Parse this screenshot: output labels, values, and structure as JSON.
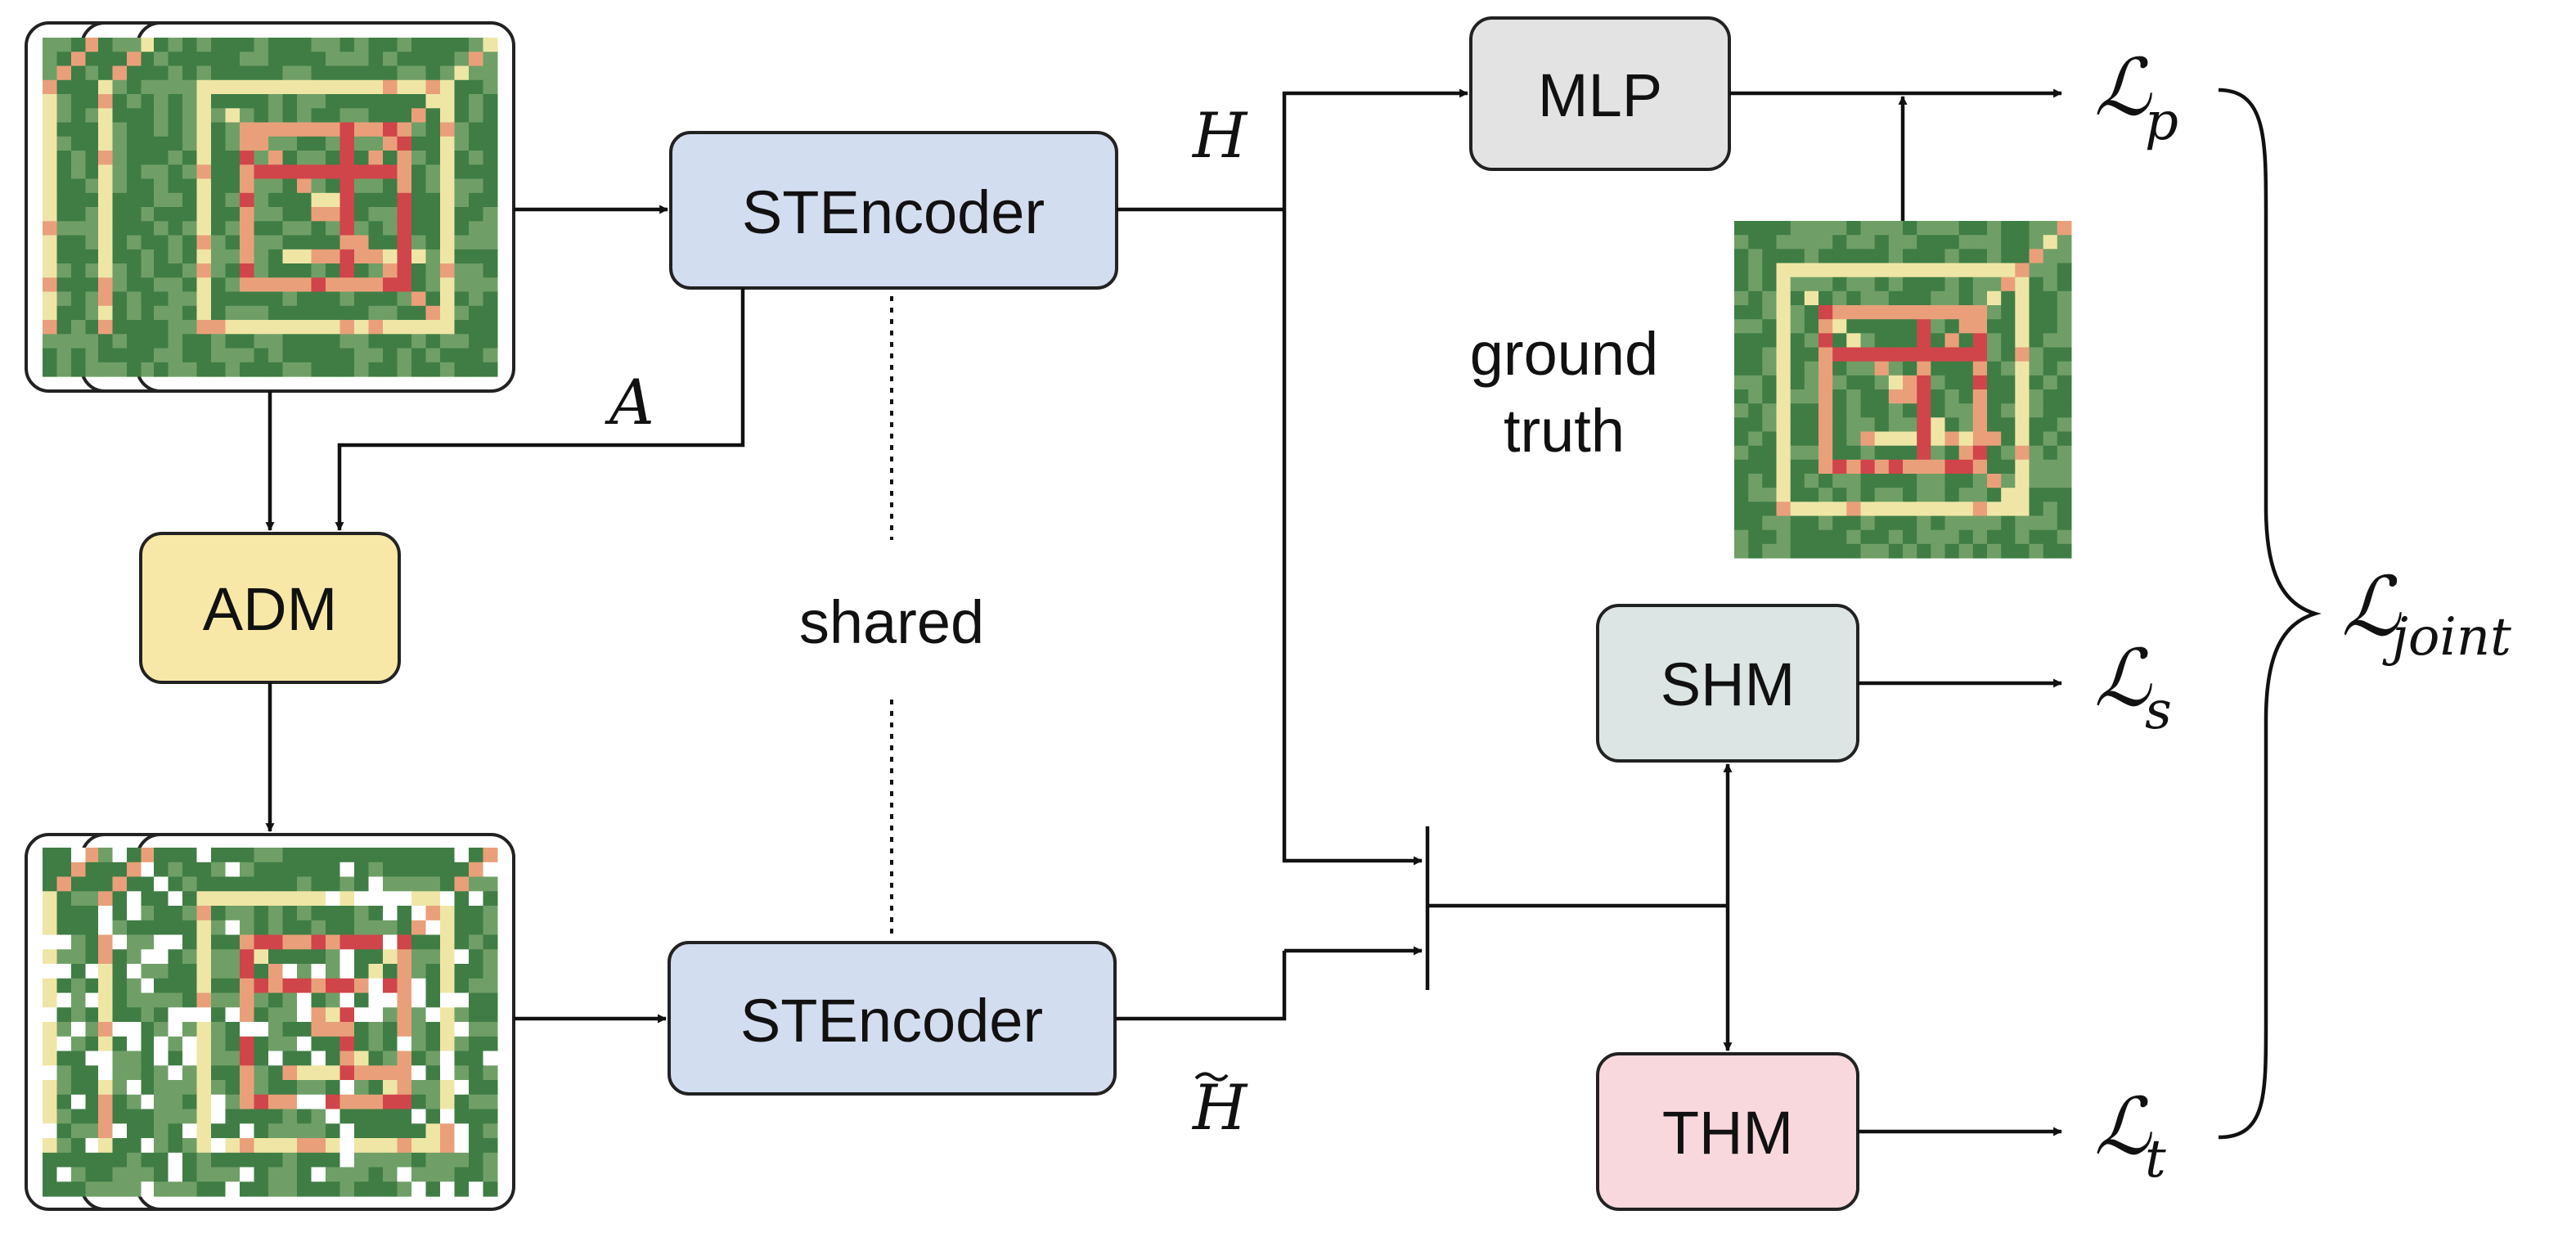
{
  "nodes": {
    "encoder_top": "STEncoder",
    "encoder_bottom": "STEncoder",
    "mlp": "MLP",
    "adm": "ADM",
    "shm": "SHM",
    "thm": "THM"
  },
  "labels": {
    "H": "H",
    "H_tilde": "H",
    "A": "A",
    "shared": "shared",
    "ground_truth_line1": "ground",
    "ground_truth_line2": "truth"
  },
  "losses": {
    "glyph": "ℒ",
    "p_sub": "p",
    "s_sub": "s",
    "t_sub": "t",
    "joint_sub": "joint"
  },
  "colors": {
    "encoder_fill": "#d3ddf0",
    "mlp_fill": "#e3e3e3",
    "adm_fill": "#f8e8a8",
    "shm_fill": "#dce5e3",
    "thm_fill": "#f9d8dd",
    "map_base": "#3f7d45",
    "map_line_light": "#efe6a6",
    "map_line_red": "#d0454a"
  }
}
